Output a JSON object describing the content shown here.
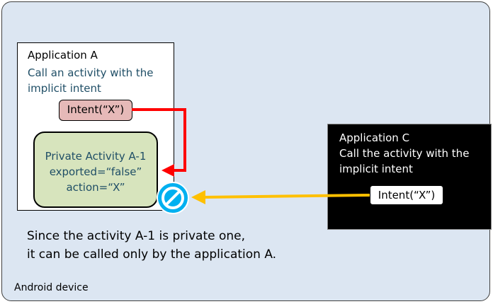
{
  "device": {
    "label": "Android device"
  },
  "app_a": {
    "title": "Application A",
    "description": "Call an activity with the implicit intent",
    "intent_label": "Intent(“X”)",
    "private_activity": {
      "name": "Private Activity A-1",
      "exported": "exported=“false”",
      "action": "action=“X”"
    }
  },
  "app_c": {
    "title": "Application C",
    "description": "Call the activity with the implicit intent",
    "intent_label": "Intent(“X”)"
  },
  "note": {
    "line1": "Since the activity A-1 is private one,",
    "line2": "it can be called only by the application A."
  },
  "colors": {
    "device_bg": "#dce6f2",
    "intent_a_fill": "#e6b9b8",
    "private_activity_fill": "#d7e4bd",
    "red_arrow": "#ff0000",
    "orange_arrow": "#ffc000",
    "blocked_icon": "#00b0f0"
  },
  "icons": {
    "blocked": "no-entry-icon"
  }
}
